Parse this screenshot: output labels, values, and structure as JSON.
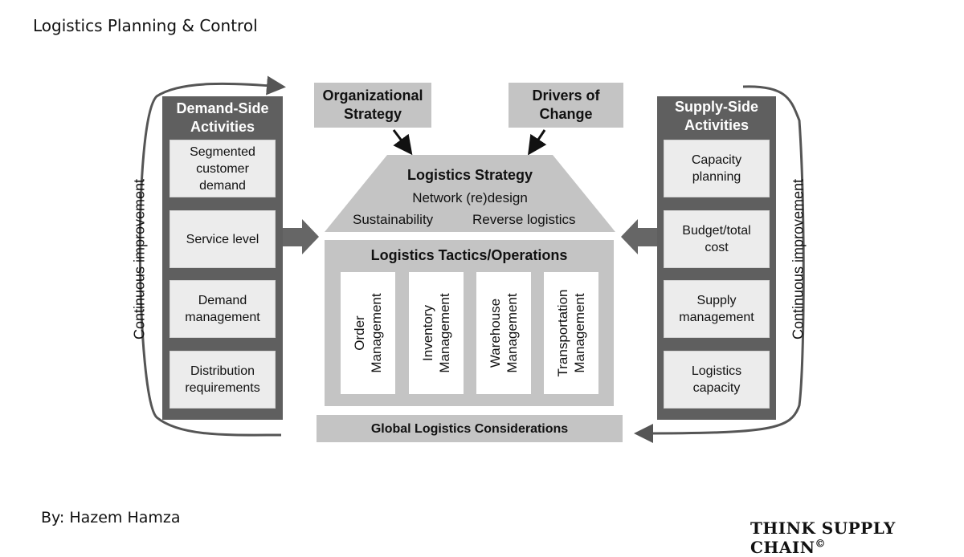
{
  "page": {
    "title": "Logistics Planning & Control",
    "author": "By: Hazem Hamza",
    "brand": "THINK SUPPLY CHAIN",
    "brand_mark": "©"
  },
  "demand_side": {
    "title_line1": "Demand-Side",
    "title_line2": "Activities",
    "items": [
      {
        "line1": "Segmented",
        "line2": "customer",
        "line3": "demand"
      },
      {
        "line1": "Service level"
      },
      {
        "line1": "Demand",
        "line2": "management"
      },
      {
        "line1": "Distribution",
        "line2": "requirements"
      }
    ]
  },
  "supply_side": {
    "title_line1": "Supply-Side",
    "title_line2": "Activities",
    "items": [
      {
        "line1": "Capacity",
        "line2": "planning"
      },
      {
        "line1": "Budget/total",
        "line2": "cost"
      },
      {
        "line1": "Supply",
        "line2": "management"
      },
      {
        "line1": "Logistics",
        "line2": "capacity"
      }
    ]
  },
  "top_boxes": {
    "org_strategy_line1": "Organizational",
    "org_strategy_line2": "Strategy",
    "drivers_line1": "Drivers of",
    "drivers_line2": "Change"
  },
  "strategy": {
    "title": "Logistics Strategy",
    "network": "Network (re)design",
    "sustainability": "Sustainability",
    "reverse": "Reverse logistics"
  },
  "tactics": {
    "title": "Logistics Tactics/Operations",
    "columns": [
      {
        "line1": "Order",
        "line2": "Management"
      },
      {
        "line1": "Inventory",
        "line2": "Management"
      },
      {
        "line1": "Warehouse",
        "line2": "Management"
      },
      {
        "line1": "Transportation",
        "line2": "Management"
      }
    ]
  },
  "global": {
    "label": "Global Logistics Considerations"
  },
  "loop_label_left": "Continuous improvement",
  "loop_label_right": "Continuous improvement",
  "colors": {
    "dark_panel": "#5f5f5f",
    "light_box": "#c4c4c4",
    "card": "#ececec",
    "arrow": "#666666"
  }
}
